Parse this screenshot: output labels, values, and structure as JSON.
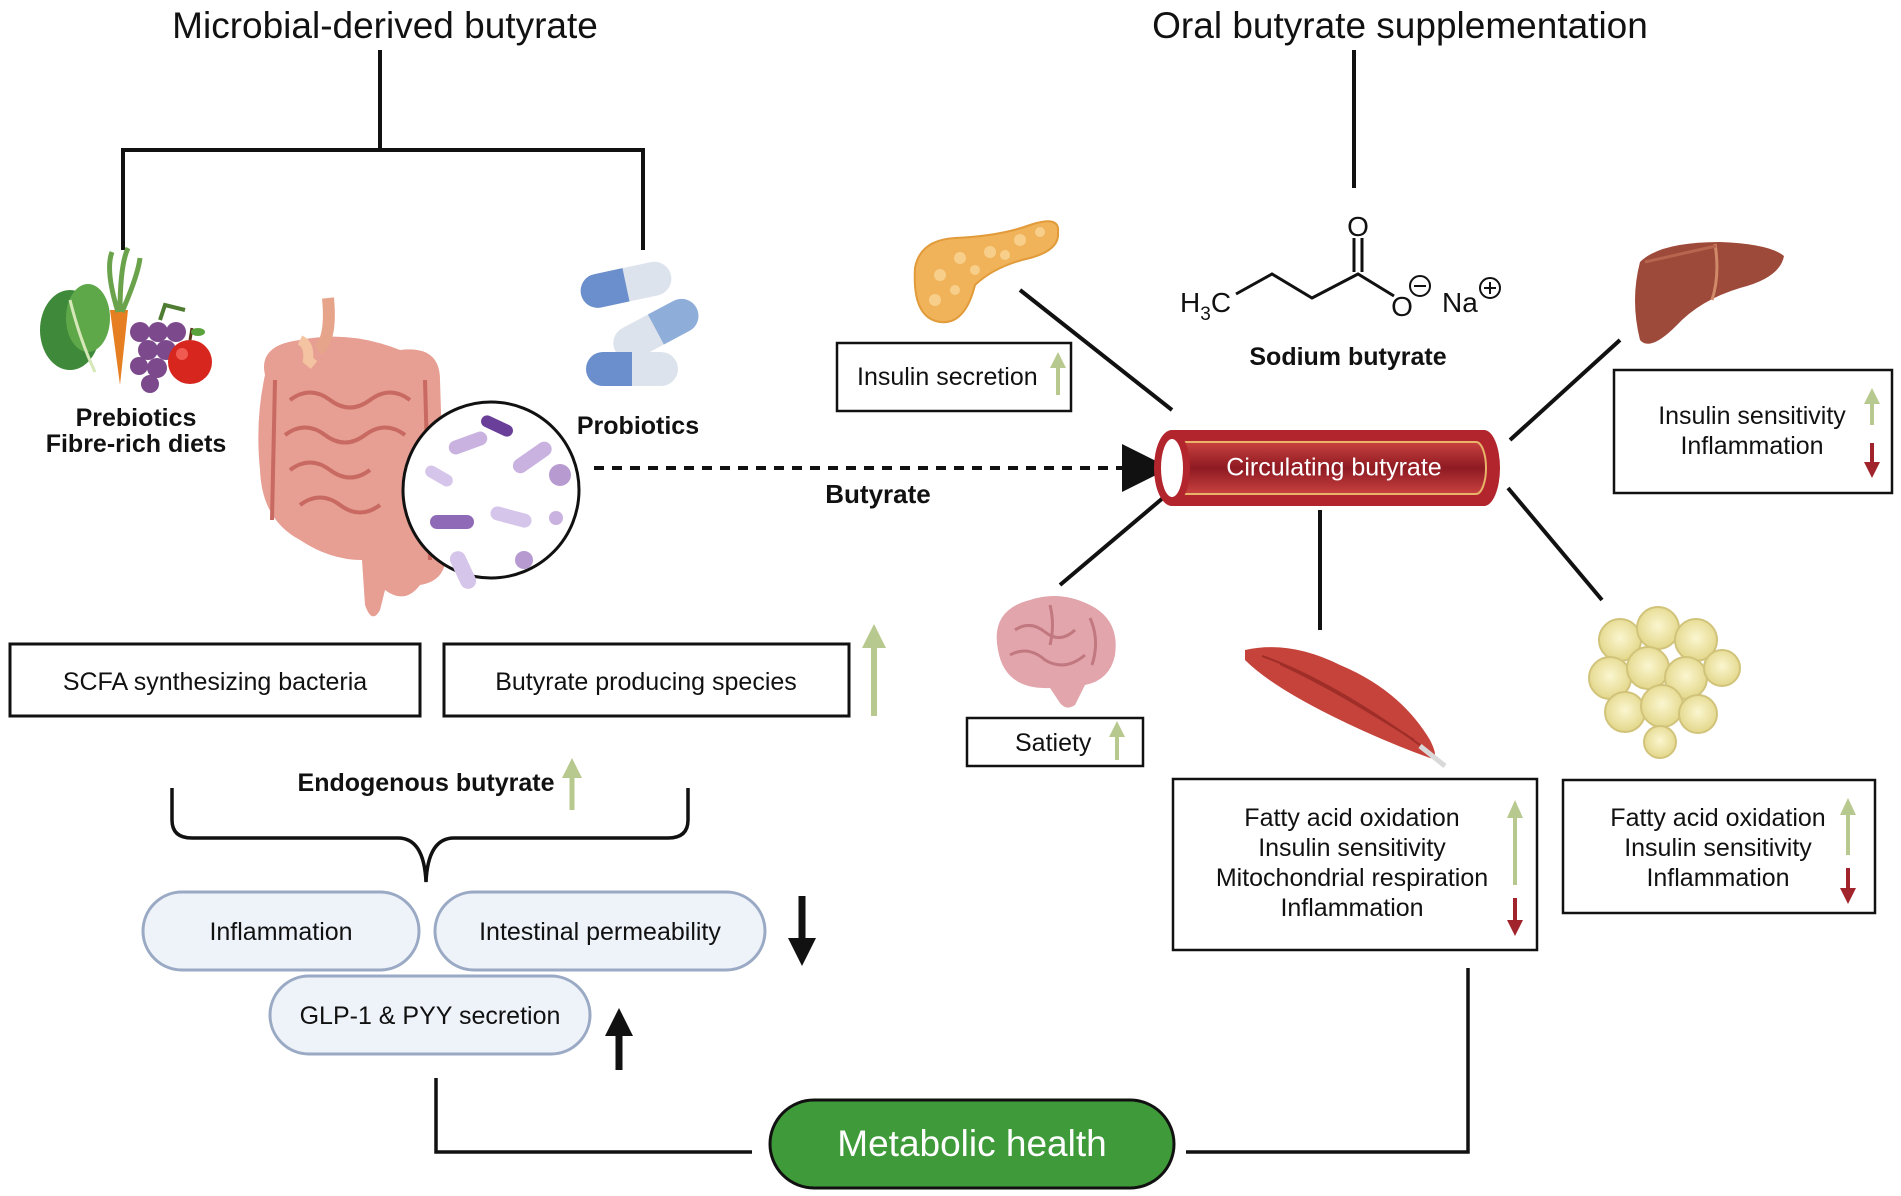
{
  "left_title": "Microbial-derived butyrate",
  "right_title": "Oral butyrate supplementation",
  "prebiotics": {
    "line1": "Prebiotics",
    "line2": "Fibre-rich diets"
  },
  "probiotics": "Probiotics",
  "butyrate_arrow_label": "Butyrate",
  "boxes": {
    "scfa": "SCFA synthesizing bacteria",
    "producers": "Butyrate producing species"
  },
  "endogenous_label": "Endogenous butyrate",
  "pills": {
    "inflammation": "Inflammation",
    "permeability": "Intestinal permeability",
    "glp1": "GLP-1 & PYY secretion"
  },
  "metabolic_health": "Metabolic health",
  "sodium_butyrate": {
    "label": "Sodium butyrate",
    "h3c": "H",
    "h3c_sub": "3",
    "h3c_c": "C",
    "o_top": "O",
    "o_minus": "O",
    "na": "Na"
  },
  "circulating": "Circulating butyrate",
  "organs": {
    "pancreas": {
      "effect": "Insulin secretion"
    },
    "liver": {
      "effects": [
        "Insulin sensitivity",
        "Inflammation"
      ]
    },
    "brain": {
      "effect": "Satiety"
    },
    "muscle": {
      "effects": [
        "Fatty acid oxidation",
        "Insulin sensitivity",
        "Mitochondrial respiration",
        "Inflammation"
      ]
    },
    "adipose": {
      "effects": [
        "Fatty acid oxidation",
        "Insulin sensitivity",
        "Inflammation"
      ]
    }
  },
  "colors": {
    "up_arrow": "#b7c98e",
    "down_arrow": "#a1232b",
    "metabolic_fill": "#3f9b3a",
    "pill_fill": "#eef2f9",
    "pill_stroke": "#9aa9c4",
    "vessel": "#b3252d"
  }
}
